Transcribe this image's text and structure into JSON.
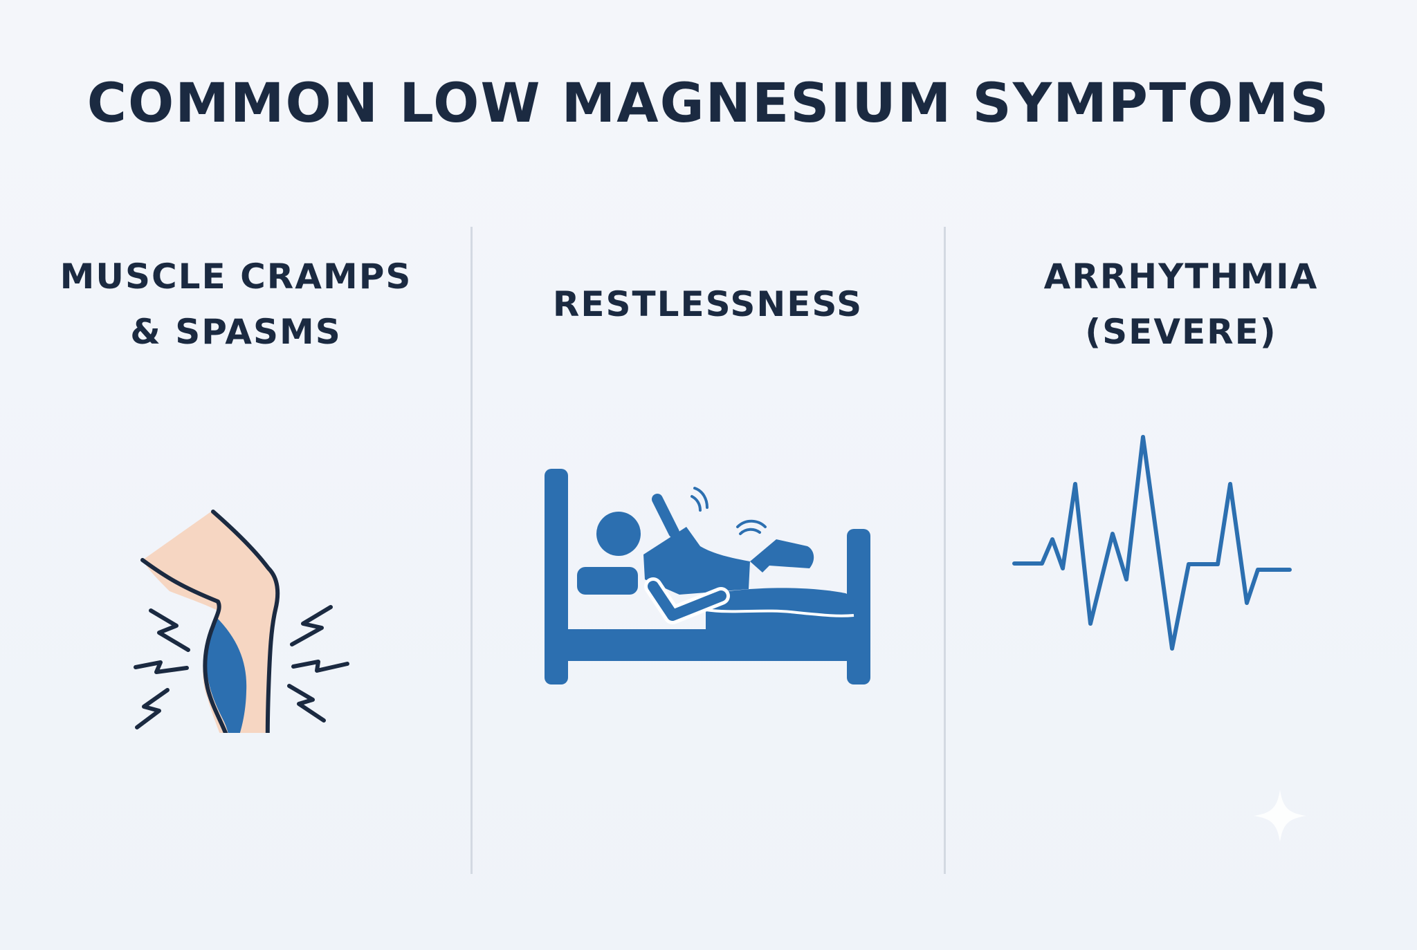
{
  "title": "COMMON LOW MAGNESIUM SYMPTOMS",
  "columns": [
    {
      "line1": "MUSCLE CRAMPS",
      "line2": "& SPASMS",
      "icon": "leg-cramp-icon"
    },
    {
      "line1": "RESTLESSNESS",
      "line2": "",
      "icon": "restless-bed-icon"
    },
    {
      "line1": "ARRHYTHMIA",
      "line2": "(SEVERE)",
      "icon": "heartbeat-icon"
    }
  ],
  "colors": {
    "dark": "#1b2a41",
    "blue": "#2c6fb0",
    "skin": "#f6d6c2",
    "divider": "#d3d9e2"
  }
}
